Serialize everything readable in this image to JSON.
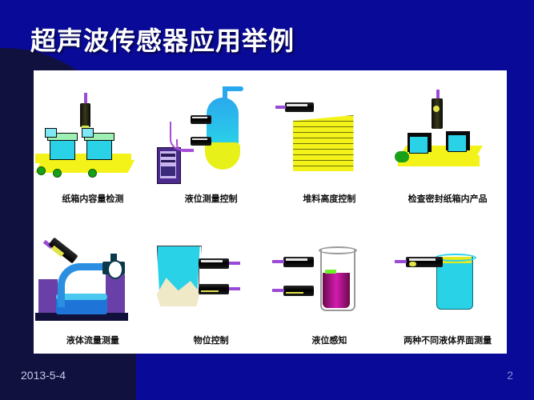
{
  "slide": {
    "title": "超声波传感器应用举例",
    "background_color": "#0a0a99",
    "accent_shape_color": "#111140",
    "panel_color": "#ffffff",
    "footer": {
      "date": "2013-5-4",
      "page_number": "2"
    }
  },
  "figures": [
    {
      "id": "fig-1",
      "caption": "纸箱内容量检测",
      "icon": "conveyor-boxes-sensor-icon"
    },
    {
      "id": "fig-2",
      "caption": "液位测量控制",
      "icon": "tank-level-controller-icon"
    },
    {
      "id": "fig-3",
      "caption": "堆料高度控制",
      "icon": "stack-height-sensor-icon"
    },
    {
      "id": "fig-4",
      "caption": "检查密封纸箱内产品",
      "icon": "sealed-carton-inspection-icon"
    },
    {
      "id": "fig-5",
      "caption": "液体流量测量",
      "icon": "liquid-flow-channel-icon"
    },
    {
      "id": "fig-6",
      "caption": "物位控制",
      "icon": "hopper-level-sensors-icon"
    },
    {
      "id": "fig-7",
      "caption": "液位感知",
      "icon": "beaker-level-sensing-icon"
    },
    {
      "id": "fig-8",
      "caption": "两种不同液体界面测量",
      "icon": "two-liquid-interface-icon"
    }
  ]
}
